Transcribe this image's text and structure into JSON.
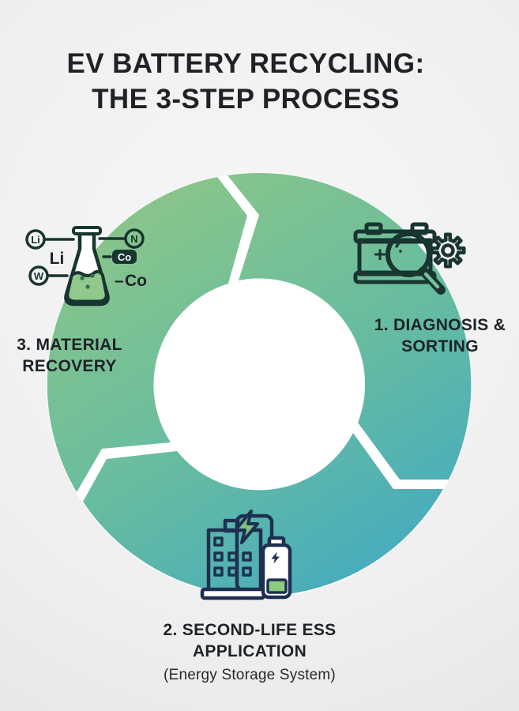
{
  "title": {
    "line1": "EV BATTERY RECYCLING:",
    "line2": "THE 3-STEP PROCESS"
  },
  "steps": [
    {
      "id": "1",
      "label_line1": "1. DIAGNOSIS &",
      "label_line2": "SORTING",
      "icon": "battery-magnifier-gear-icon"
    },
    {
      "id": "2",
      "label_line1": "2. SECOND-LIFE ESS",
      "label_line2": "APPLICATION",
      "subtitle": "(Energy Storage System)",
      "icon": "building-battery-icon"
    },
    {
      "id": "3",
      "label_line1": "3. MATERIAL",
      "label_line2": "RECOVERY",
      "icon": "flask-elements-icon"
    }
  ],
  "flask_labels": {
    "circle_li": "Li",
    "plain_li": "Li",
    "circle_w": "W",
    "circle_n": "N",
    "pill_co": "Co",
    "plain_co_dash": "–",
    "plain_co": "Co"
  },
  "battery_plus": "+",
  "colors": {
    "ring_green": "#8fc687",
    "ring_teal": "#69bd9e",
    "ring_blue": "#3ea7c6",
    "gap_white": "#ffffff",
    "outline_dark": "#183530",
    "outline_navy": "#1e3050",
    "bolt_green": "#79c47e",
    "battery_level_green": "#8ccd7d",
    "liquid_green": "#90c98b",
    "liquid_dot_green": "#2e6e52",
    "text_dark": "#1d2328"
  }
}
